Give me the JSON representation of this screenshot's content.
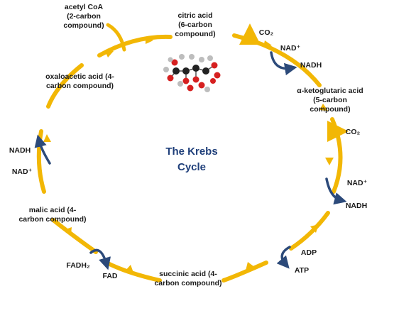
{
  "title": "The Krebs\nCycle",
  "colors": {
    "cycle": "#f2b705",
    "cofactor_arrow": "#2c4a7a",
    "title": "#1f3f7a",
    "text": "#1a1a1a"
  },
  "labels": {
    "acetyl_coa": "acetyl CoA\n(2-carbon\ncompound)",
    "citric_acid": "citric acid\n(6-carbon\ncompound)",
    "co2_top": "CO₂",
    "nad_top": "NAD⁺",
    "nadh_top": "NADH",
    "alpha_keto": "α-ketoglutaric acid\n(5-carbon\ncompound)",
    "co2_right": "CO₂",
    "nad_right": "NAD⁺",
    "nadh_right": "NADH",
    "adp": "ADP",
    "atp": "ATP",
    "succinic_acid": "succinic acid (4-\ncarbon compound)",
    "fadh2": "FADH₂",
    "fad": "FAD",
    "malic_acid": "malic acid (4-\ncarbon compound)",
    "nadh_left": "NADH",
    "nad_left": "NAD⁺",
    "oxaloacetic_acid": "oxaloacetic acid (4-\ncarbon compound)"
  },
  "molecule": {
    "icon": "citric-acid-molecule-icon",
    "atom_colors": [
      "#222222",
      "#d62020",
      "#bdbdbd"
    ]
  }
}
